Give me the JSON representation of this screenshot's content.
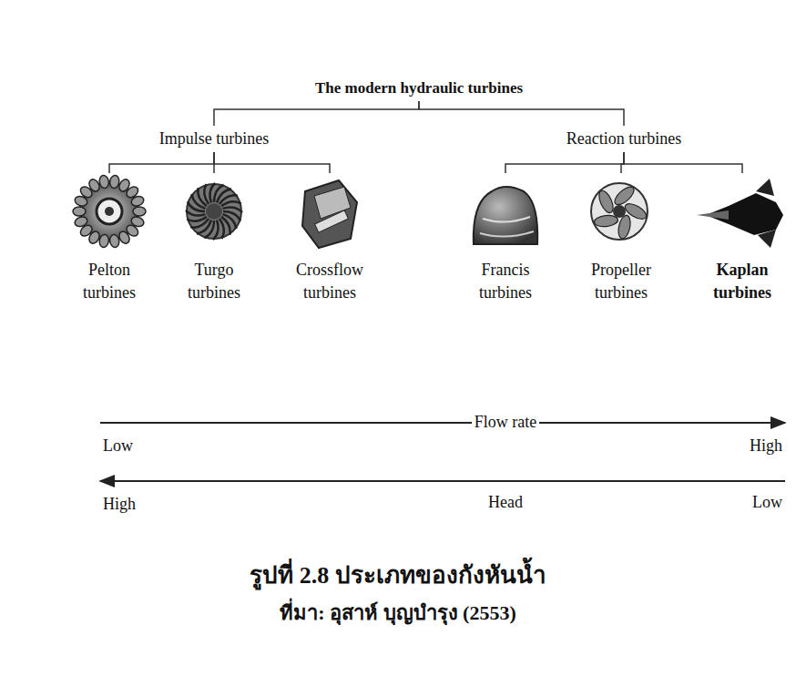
{
  "diagram": {
    "caption": "รูปที่ 2.8 ประเภทของกังหันน้ำ",
    "nodes": [
      {
        "text": [
          "The modern hydraulic turbines"
        ]
      },
      {
        "text": [
          "Impulse turbines"
        ]
      },
      {
        "text": [
          "Reaction turbines"
        ]
      },
      {
        "text": [
          "Pelton turbines"
        ]
      },
      {
        "text": [
          "Turgo turbines"
        ]
      },
      {
        "text": [
          "Crossflow turbines"
        ]
      },
      {
        "text": [
          "Francis turbines"
        ]
      },
      {
        "text": [
          "Propeller turbines"
        ]
      },
      {
        "text": [
          "Kaplan turbines"
        ]
      }
    ],
    "edges": [
      {
        "from": 0,
        "to": 1,
        "arrow": "none"
      },
      {
        "from": 0,
        "to": 2,
        "arrow": "none"
      },
      {
        "from": 1,
        "to": 3,
        "arrow": "none"
      },
      {
        "from": 1,
        "to": 4,
        "arrow": "none"
      },
      {
        "from": 1,
        "to": 5,
        "arrow": "none"
      },
      {
        "from": 2,
        "to": 6,
        "arrow": "none"
      },
      {
        "from": 2,
        "to": 7,
        "arrow": "none"
      },
      {
        "from": 2,
        "to": 8,
        "arrow": "none"
      }
    ],
    "labels": [
      "Low",
      "Flow rate",
      "High",
      "High",
      "Head",
      "Low",
      "ที่มา: อุสาห์ บุญบำรุง (2553)"
    ]
  }
}
